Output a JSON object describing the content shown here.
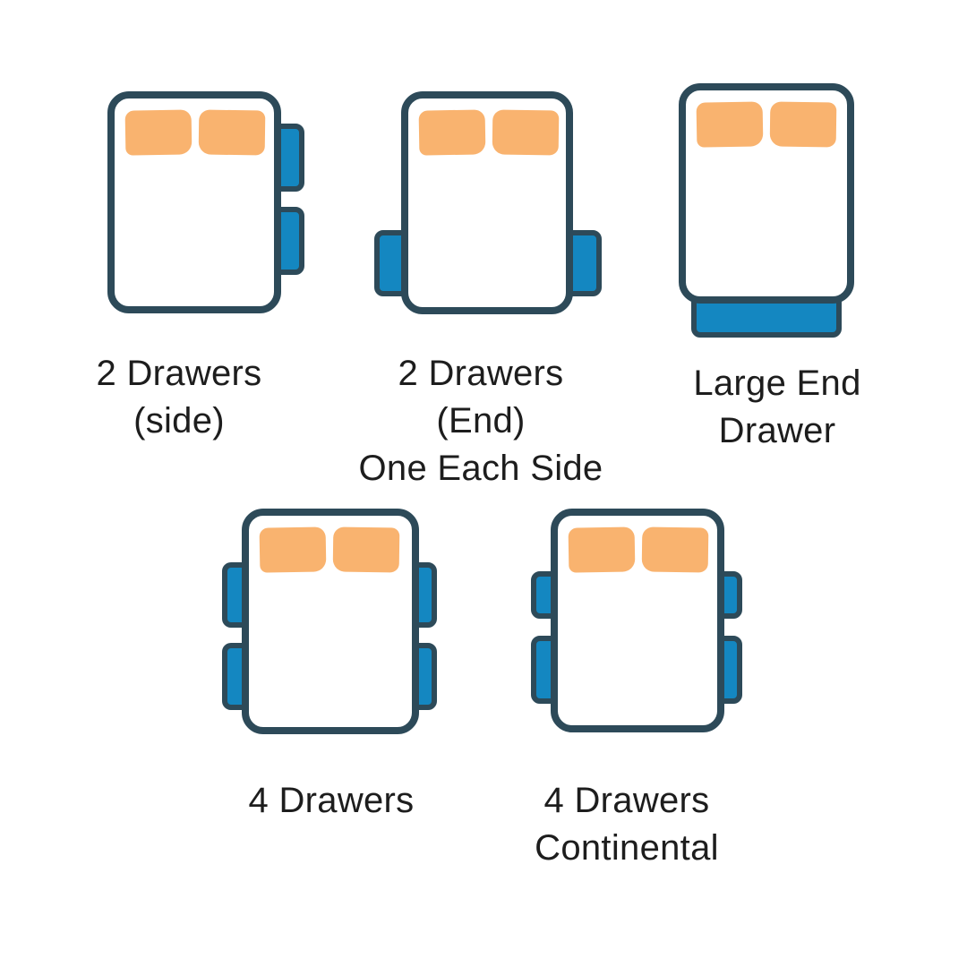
{
  "colors": {
    "bg": "#ffffff",
    "bed": "#ffffff",
    "outline": "#2d4a59",
    "drawer": "#1487c1",
    "pillow": "#f9b36f",
    "text": "#1d1d1d"
  },
  "diagrams": [
    {
      "id": "2-drawers-side",
      "label": {
        "line1": "2 Drawers",
        "line2": "(side)"
      },
      "drawer_count": 2,
      "drawer_placement": "two drawers on right side"
    },
    {
      "id": "2-drawers-end-one-each-side",
      "label": {
        "line1": "2 Drawers (End)",
        "line2": "One Each Side"
      },
      "drawer_count": 2,
      "drawer_placement": "one drawer each side at foot end"
    },
    {
      "id": "large-end-drawer",
      "label": {
        "line1": "Large End",
        "line2": "Drawer"
      },
      "drawer_count": 1,
      "drawer_placement": "single wide drawer at foot end"
    },
    {
      "id": "4-drawers",
      "label": {
        "line1": "4 Drawers",
        "line2": ""
      },
      "drawer_count": 4,
      "drawer_placement": "two equal drawers each side"
    },
    {
      "id": "4-drawers-continental",
      "label": {
        "line1": "4 Drawers",
        "line2": "Continental"
      },
      "drawer_count": 4,
      "drawer_placement": "smaller upper and larger lower drawer each side"
    }
  ]
}
